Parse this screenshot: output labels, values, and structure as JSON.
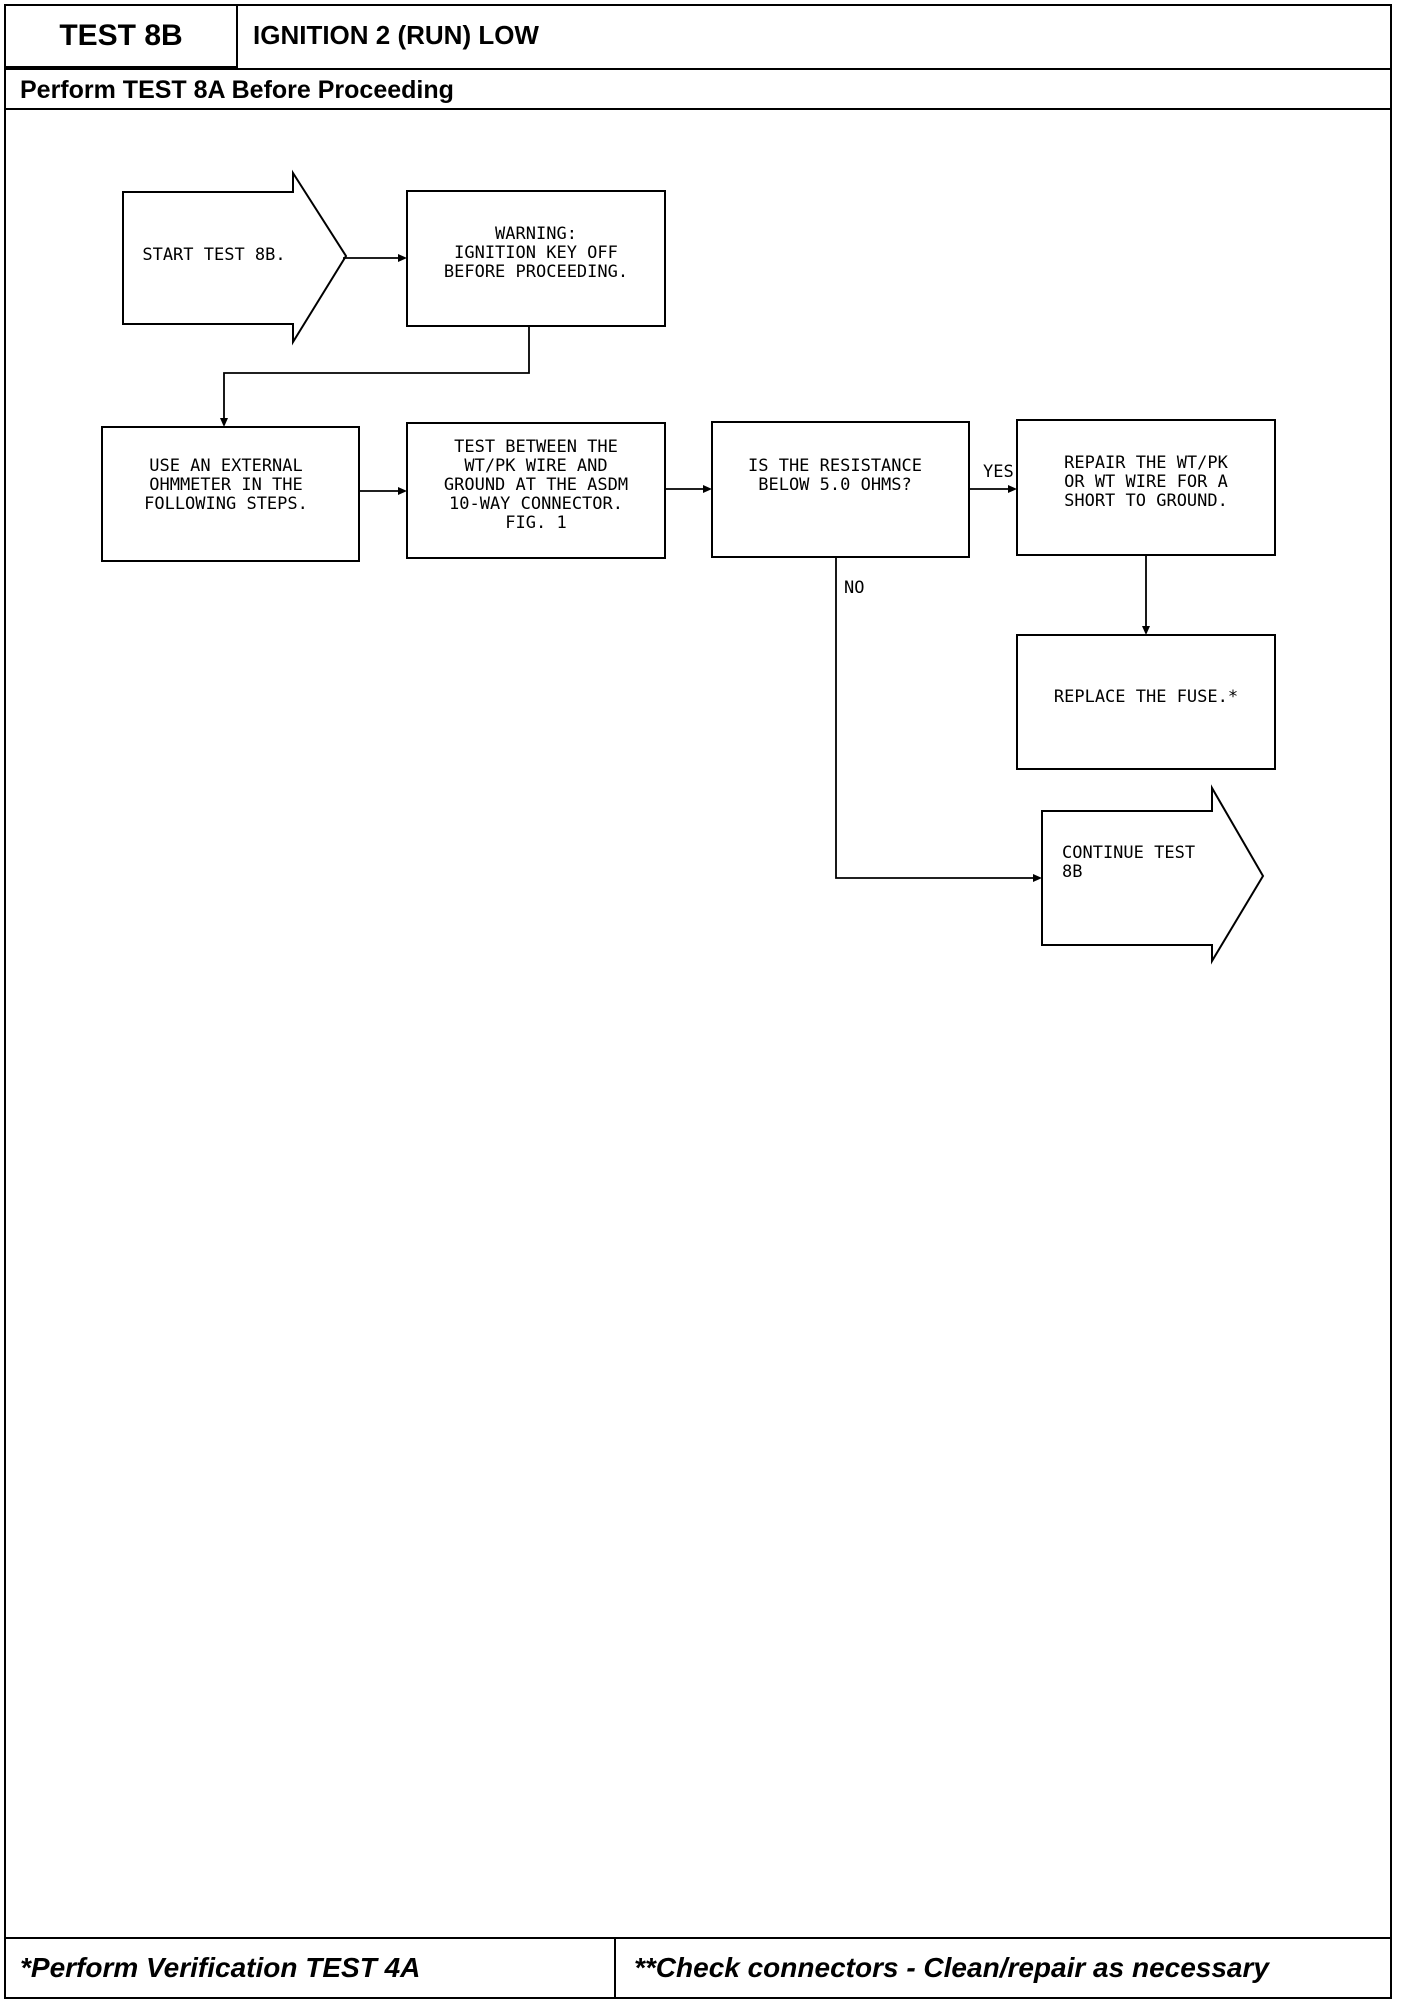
{
  "header": {
    "test_id": "TEST 8B",
    "title": "IGNITION 2 (RUN) LOW",
    "prerequisite": "Perform TEST 8A Before Proceeding"
  },
  "flowchart": {
    "start": {
      "lines": [
        "START TEST 8B."
      ]
    },
    "warning": {
      "lines": [
        "WARNING:",
        "IGNITION KEY OFF",
        "BEFORE PROCEEDING."
      ]
    },
    "ohmmeter": {
      "lines": [
        "USE AN EXTERNAL",
        "OHMMETER IN THE",
        "FOLLOWING STEPS."
      ]
    },
    "test_between": {
      "lines": [
        "TEST BETWEEN THE",
        "WT/PK WIRE AND",
        "GROUND AT THE ASDM",
        "10-WAY CONNECTOR.",
        "FIG. 1"
      ]
    },
    "decision": {
      "lines": [
        "IS THE RESISTANCE",
        "BELOW 5.0 OHMS?"
      ]
    },
    "repair": {
      "lines": [
        "REPAIR THE WT/PK",
        "OR WT WIRE FOR A",
        "SHORT TO GROUND."
      ]
    },
    "replace_fuse": {
      "lines": [
        "REPLACE THE FUSE.*"
      ]
    },
    "continue": {
      "lines": [
        "CONTINUE TEST",
        "8B"
      ]
    },
    "yes_label": "YES",
    "no_label": "NO"
  },
  "footer": {
    "left": "*Perform Verification  TEST 4A",
    "right": "**Check connectors - Clean/repair as necessary"
  }
}
